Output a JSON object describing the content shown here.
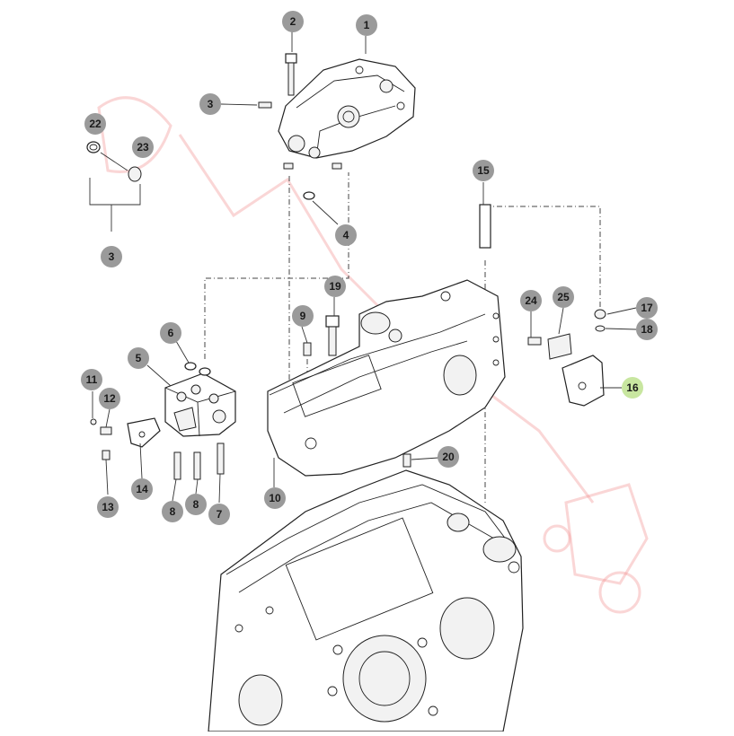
{
  "callouts": [
    {
      "id": "c1",
      "label": "1"
    },
    {
      "id": "c2",
      "label": "2"
    },
    {
      "id": "c3a",
      "label": "3"
    },
    {
      "id": "c3b",
      "label": "3"
    },
    {
      "id": "c4",
      "label": "4"
    },
    {
      "id": "c5",
      "label": "5"
    },
    {
      "id": "c6",
      "label": "6"
    },
    {
      "id": "c7",
      "label": "7"
    },
    {
      "id": "c8a",
      "label": "8"
    },
    {
      "id": "c8b",
      "label": "8"
    },
    {
      "id": "c9",
      "label": "9"
    },
    {
      "id": "c10",
      "label": "10"
    },
    {
      "id": "c11",
      "label": "11"
    },
    {
      "id": "c12",
      "label": "12"
    },
    {
      "id": "c13",
      "label": "13"
    },
    {
      "id": "c14",
      "label": "14"
    },
    {
      "id": "c15",
      "label": "15"
    },
    {
      "id": "c16",
      "label": "16"
    },
    {
      "id": "c17",
      "label": "17"
    },
    {
      "id": "c18",
      "label": "18"
    },
    {
      "id": "c19",
      "label": "19"
    },
    {
      "id": "c20",
      "label": "20"
    },
    {
      "id": "c22",
      "label": "22"
    },
    {
      "id": "c23",
      "label": "23"
    },
    {
      "id": "c24",
      "label": "24"
    },
    {
      "id": "c25",
      "label": "25"
    }
  ],
  "colors": {
    "callout_fill": "#9a9a9a",
    "callout_highlight": "#c8e6a0",
    "line": "#222222",
    "watermark": "#f08a8a"
  }
}
